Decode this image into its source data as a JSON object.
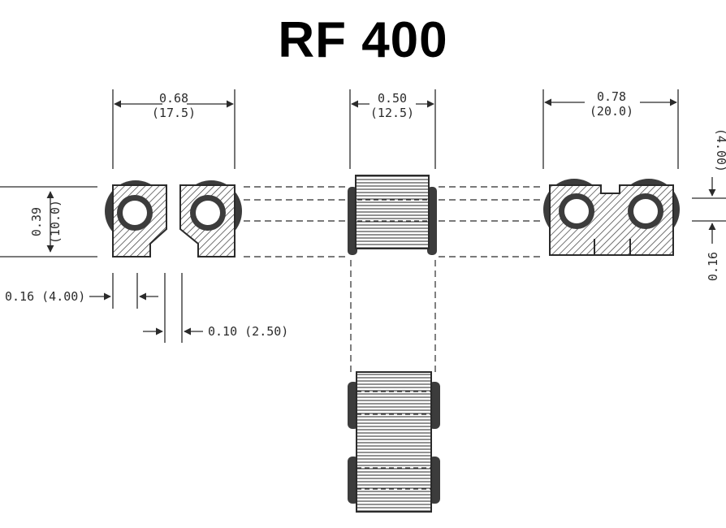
{
  "title": "RF 400",
  "dimensions": {
    "left_width": {
      "in": "0.68",
      "mm": "(17.5)"
    },
    "middle_width": {
      "in": "0.50",
      "mm": "(12.5)"
    },
    "right_width": {
      "in": "0.78",
      "mm": "(20.0)"
    },
    "height": {
      "in": "0.39",
      "mm": "(10.0)"
    },
    "right_top_offset": "(4.00)",
    "right_bottom_offset": "0.16",
    "left_edge_offset": "0.16 (4.00)",
    "slot_width": "0.10 (2.50)"
  },
  "colors": {
    "ink": "#2b2b2b",
    "hatch": "#3a3a3a",
    "paper": "#ffffff"
  }
}
